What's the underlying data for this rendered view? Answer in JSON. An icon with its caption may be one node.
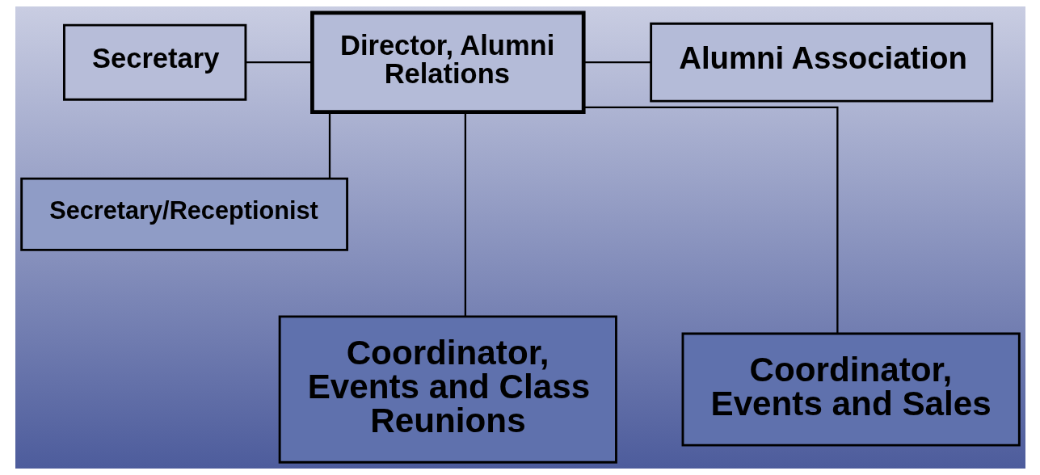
{
  "diagram": {
    "nodes": [
      {
        "text": [
          "Director, Alumni Relations"
        ]
      },
      {
        "text": [
          "Secretary"
        ]
      },
      {
        "text": [
          "Alumni Association"
        ]
      },
      {
        "text": [
          "Secretary/Receptionist"
        ]
      },
      {
        "text": [
          "Coordinator, Events and Class Reunions"
        ]
      },
      {
        "text": [
          "Coordinator, Events and Sales"
        ]
      }
    ],
    "edges": [
      {
        "from": 1,
        "to": 0,
        "arrow": "none"
      },
      {
        "from": 0,
        "to": 2,
        "arrow": "none"
      },
      {
        "from": 0,
        "to": 3,
        "arrow": "none"
      },
      {
        "from": 0,
        "to": 4,
        "arrow": "none"
      },
      {
        "from": 0,
        "to": 5,
        "arrow": "none"
      }
    ]
  }
}
